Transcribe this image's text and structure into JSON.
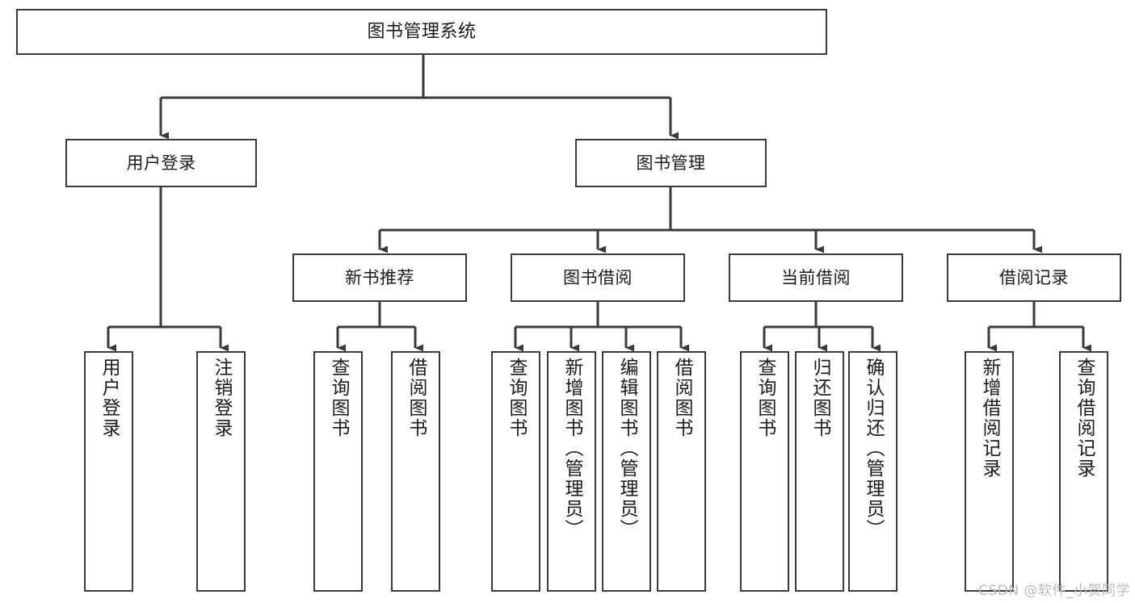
{
  "diagram": {
    "type": "tree-hierarchy",
    "title": "图书管理系统",
    "watermark": "CSDN @软件_小贺同学",
    "colors": {
      "background": "#ffffff",
      "stroke": "#3a3a3a",
      "text": "#1b1b1b",
      "watermark": "#b9b9b9"
    },
    "root": {
      "id": "root",
      "label": "图书管理系统"
    },
    "level1": [
      {
        "id": "user-login",
        "label": "用户登录"
      },
      {
        "id": "book-management",
        "label": "图书管理"
      }
    ],
    "level2": [
      {
        "id": "new-book-recommend",
        "label": "新书推荐",
        "parent": "book-management"
      },
      {
        "id": "book-borrow",
        "label": "图书借阅",
        "parent": "book-management"
      },
      {
        "id": "current-borrow",
        "label": "当前借阅",
        "parent": "book-management"
      },
      {
        "id": "borrow-record",
        "label": "借阅记录",
        "parent": "book-management"
      }
    ],
    "leaves": {
      "user_login": [
        {
          "id": "leaf-user-login",
          "label": "用户登录"
        },
        {
          "id": "leaf-logout-login",
          "label": "注销登录"
        }
      ],
      "new_book_recommend": [
        {
          "id": "leaf-query-book-1",
          "label": "查询图书"
        },
        {
          "id": "leaf-borrow-book-1",
          "label": "借阅图书"
        }
      ],
      "book_borrow": [
        {
          "id": "leaf-query-book-2",
          "label": "查询图书"
        },
        {
          "id": "leaf-add-book",
          "label": "新增图书（管理员）"
        },
        {
          "id": "leaf-edit-book",
          "label": "编辑图书（管理员）"
        },
        {
          "id": "leaf-borrow-book-2",
          "label": "借阅图书"
        }
      ],
      "current_borrow": [
        {
          "id": "leaf-query-book-3",
          "label": "查询图书"
        },
        {
          "id": "leaf-return-book",
          "label": "归还图书"
        },
        {
          "id": "leaf-confirm-return",
          "label": "确认归还（管理员）"
        }
      ],
      "borrow_record": [
        {
          "id": "leaf-add-record",
          "label": "新增借阅记录"
        },
        {
          "id": "leaf-query-record",
          "label": "查询借阅记录"
        }
      ]
    }
  }
}
